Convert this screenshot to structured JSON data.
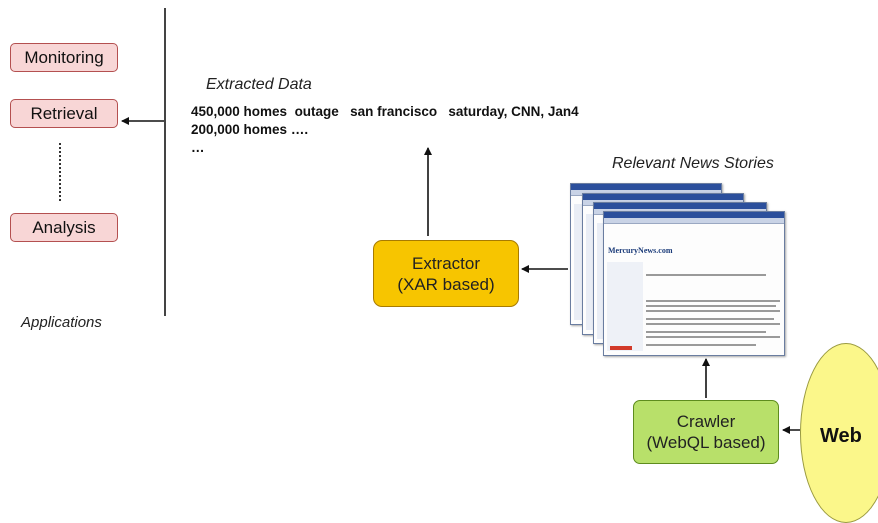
{
  "applications": {
    "items": [
      {
        "label": "Monitoring"
      },
      {
        "label": "Retrieval"
      },
      {
        "label": "Analysis"
      }
    ],
    "section_label": "Applications"
  },
  "extracted_data": {
    "title": "Extracted Data",
    "lines": [
      "450,000 homes  outage   san francisco   saturday, CNN, Jan4",
      "200,000 homes ….",
      "…"
    ]
  },
  "extractor": {
    "line1": "Extractor",
    "line2": "(XAR based)"
  },
  "news": {
    "title": "Relevant News Stories",
    "page_logo": "MercuryNews.com"
  },
  "crawler": {
    "line1": "Crawler",
    "line2": "(WebQL based)"
  },
  "web": {
    "label": "Web"
  },
  "colors": {
    "app_box_fill": "#f8d6d6",
    "extractor_fill": "#f7c500",
    "crawler_fill": "#b8e06a",
    "web_fill": "#fbf78a"
  }
}
